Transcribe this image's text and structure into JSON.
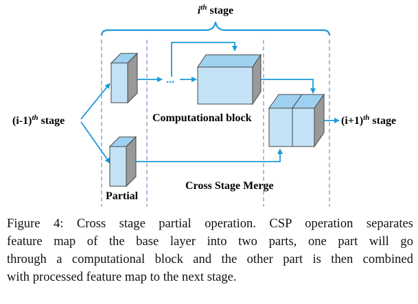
{
  "diagram": {
    "stage_i": {
      "base": "i",
      "sup": "th",
      "text": " stage"
    },
    "stage_prev": {
      "pre": "(i-1)",
      "sup": "th",
      "text": " stage"
    },
    "stage_next": {
      "pre": "(i+1)",
      "sup": "th",
      "text": " stage"
    },
    "computational_block_label": "Computational block",
    "partial_label": "Partial",
    "cross_stage_merge_label": "Cross Stage Merge",
    "ellipsis": "...",
    "colors": {
      "blue": "#1a9ad9",
      "block_front": "#c3e2f5",
      "block_top": "#9ed0ef",
      "block_side": "#9a9a9a",
      "dashed_line": "#9aaecd"
    }
  },
  "caption": {
    "lines": [
      "Figure 4: Cross stage partial operation. CSP operation separates",
      "feature map of the base layer into two parts, one part will go",
      "through a computational block and the other part is then combined",
      "with processed feature map to the next stage."
    ]
  }
}
